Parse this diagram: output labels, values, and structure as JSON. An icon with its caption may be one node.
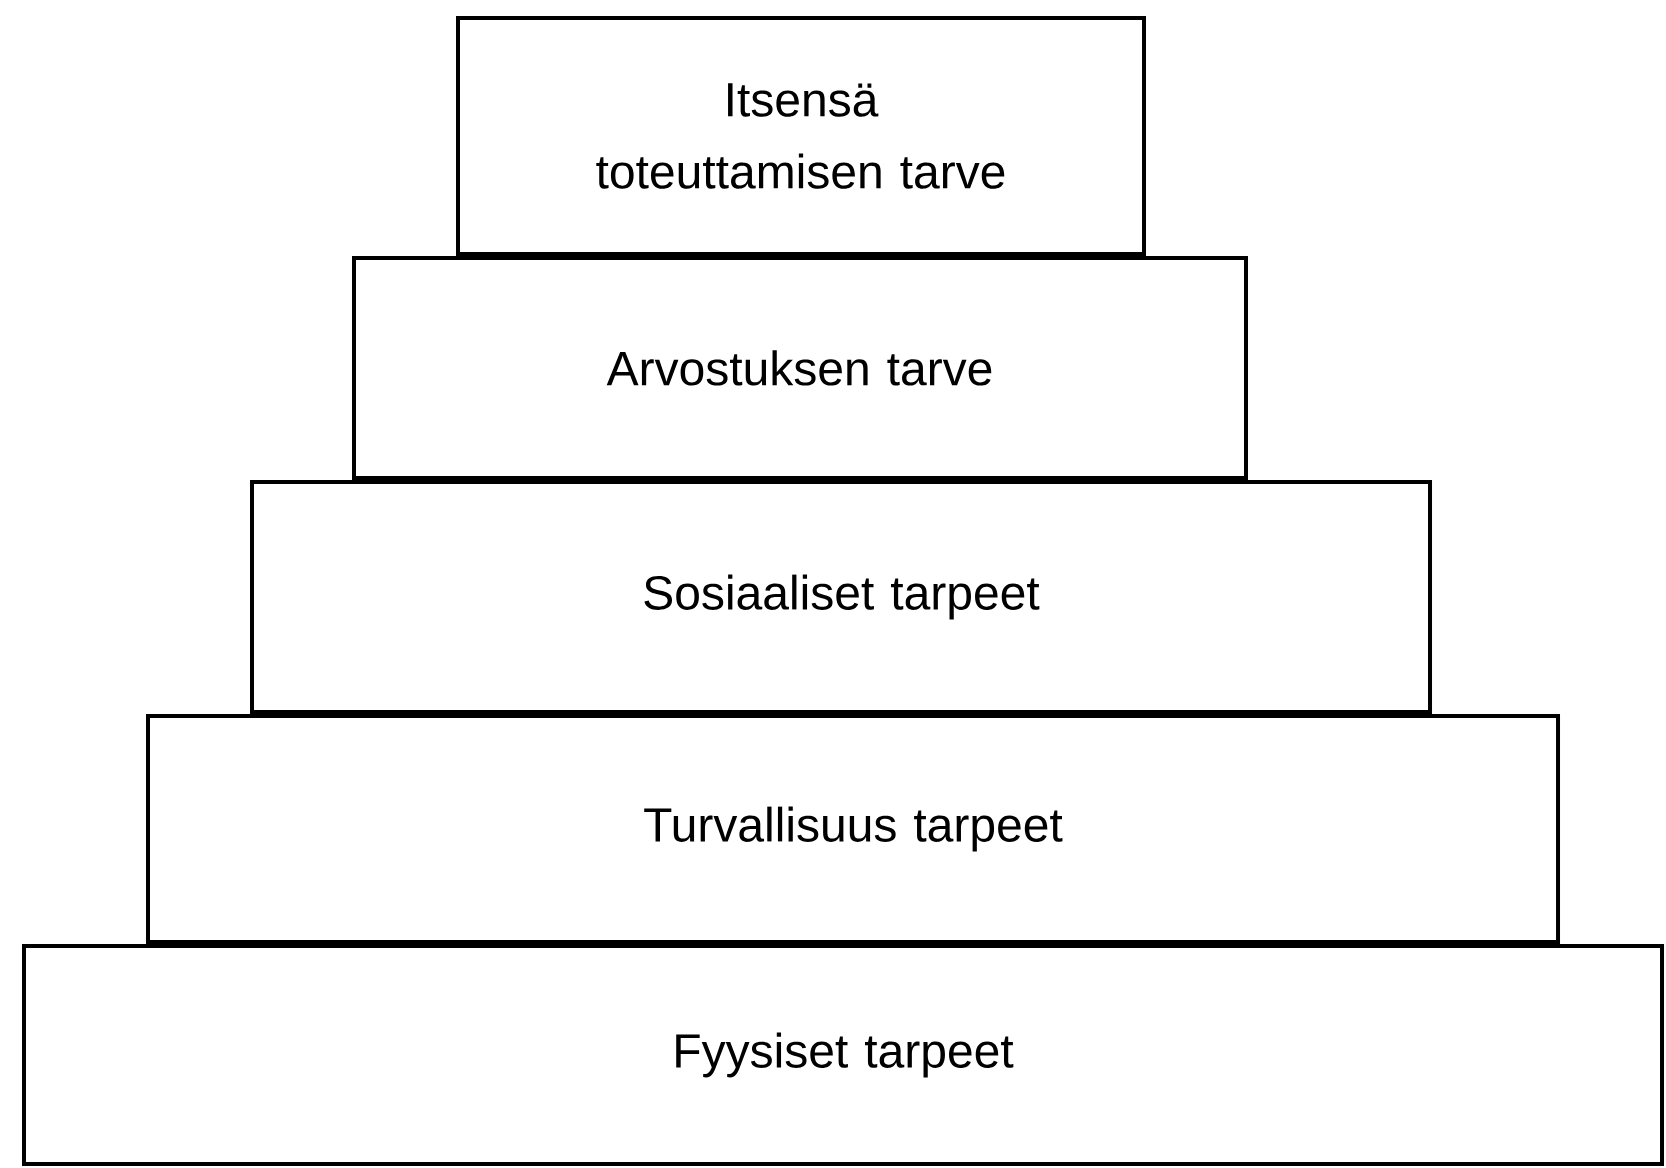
{
  "diagram": {
    "nodes": [
      {
        "text": [
          "Itsensä toteuttamisen tarve"
        ]
      },
      {
        "text": [
          "Arvostuksen tarve"
        ]
      },
      {
        "text": [
          "Sosiaaliset tarpeet"
        ]
      },
      {
        "text": [
          "Turvallisuus tarpeet"
        ]
      },
      {
        "text": [
          "Fyysiset tarpeet"
        ]
      }
    ]
  }
}
